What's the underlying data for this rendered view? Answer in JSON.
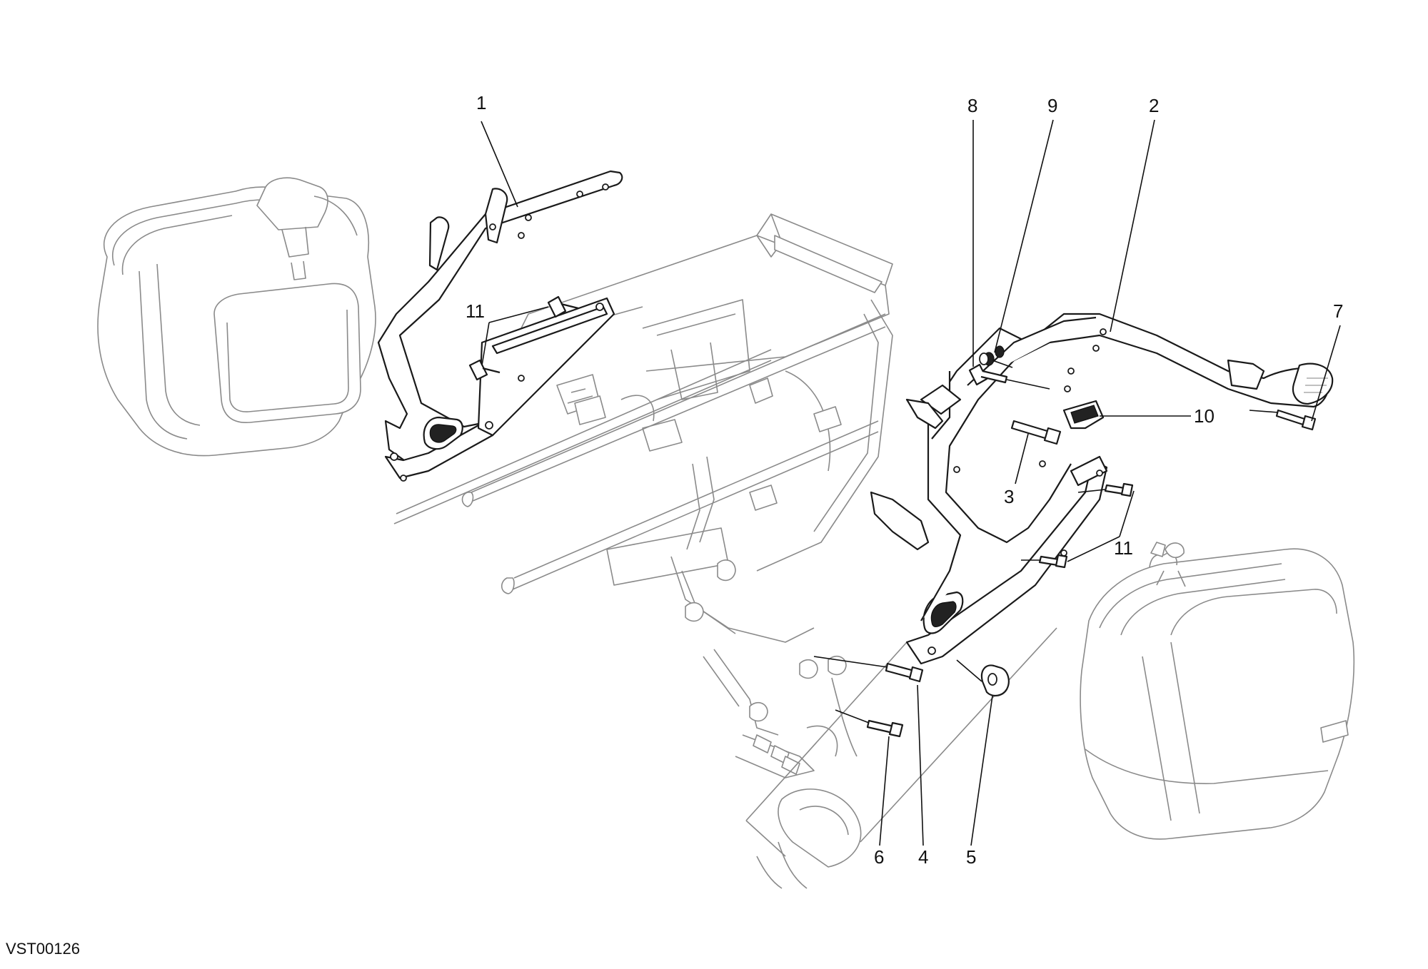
{
  "drawing_code": "VST00126",
  "callouts": {
    "c1": "1",
    "c2": "2",
    "c3": "3",
    "c4": "4",
    "c5": "5",
    "c6": "6",
    "c7": "7",
    "c8": "8",
    "c9": "9",
    "c10": "10",
    "c11a": "11",
    "c11b": "11"
  }
}
